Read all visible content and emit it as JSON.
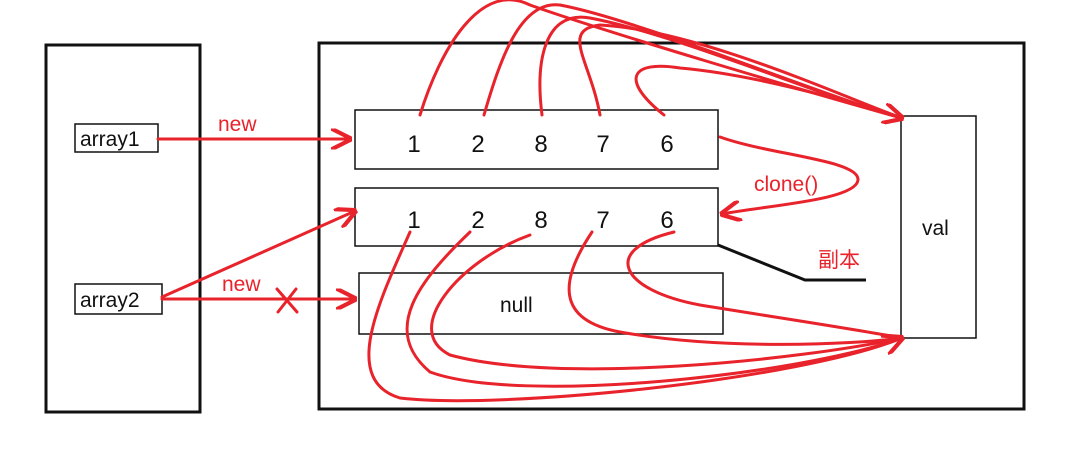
{
  "stack": {
    "var1": "array1",
    "var2": "array2"
  },
  "heap": {
    "array1_values": [
      "1",
      "2",
      "8",
      "7",
      "6"
    ],
    "array2_values": [
      "1",
      "2",
      "8",
      "7",
      "6"
    ],
    "null_label": "null",
    "val_label": "val"
  },
  "annotations": {
    "new_label_1": "new",
    "new_label_2": "new",
    "clone_label": "clone()",
    "copy_label": "副本"
  },
  "colors": {
    "arrow": "#e8232b",
    "outline": "#111111"
  }
}
